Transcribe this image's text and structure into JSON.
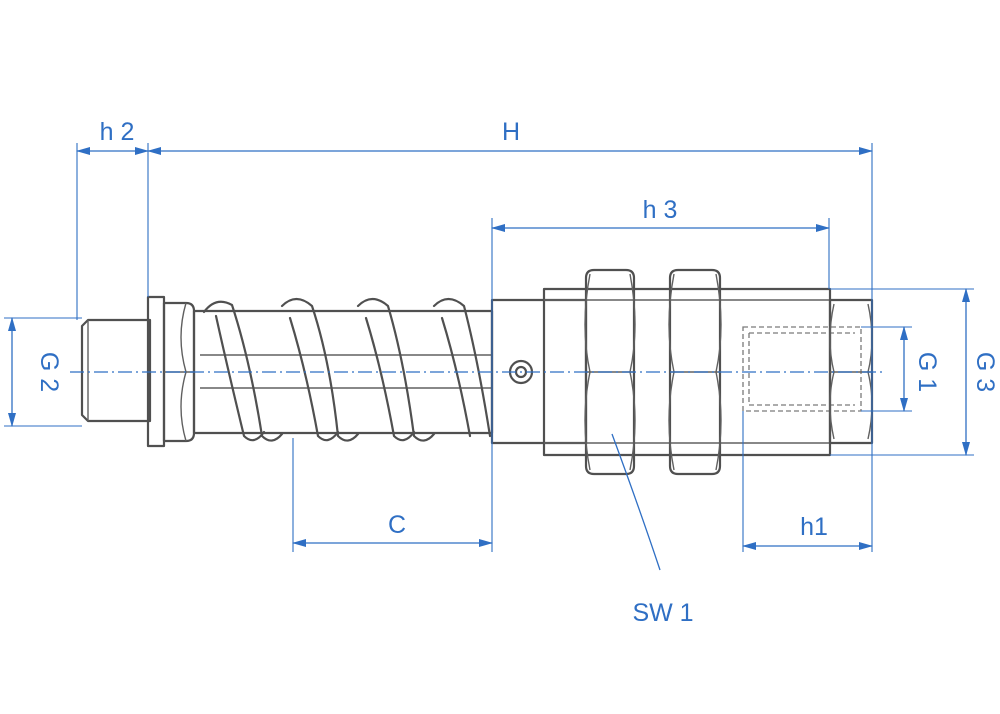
{
  "labels": {
    "h2": "h 2",
    "H": "H",
    "h3": "h 3",
    "G2": "G 2",
    "G1": "G 1",
    "G3": "G 3",
    "C": "C",
    "h1": "h1",
    "SW1": "SW 1"
  },
  "colors": {
    "dimension": "#2f6fc4",
    "part_outline": "#505050"
  }
}
